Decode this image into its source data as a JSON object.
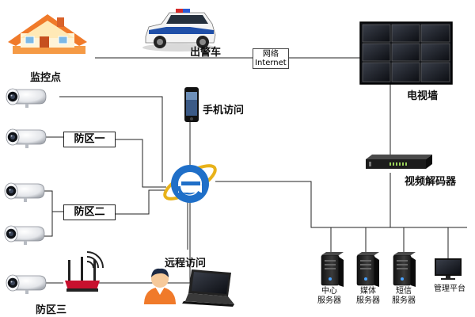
{
  "labels": {
    "monitoring_point": "监控点",
    "police_car": "出警车",
    "network_line1": "网络",
    "network_line2": "Internet",
    "video_wall": "电视墙",
    "mobile_access": "手机访问",
    "video_decoder": "视频解码器",
    "remote_access": "远程访问",
    "zone_one": "防区一",
    "zone_two": "防区二",
    "zone_three": "防区三",
    "center_server_line1": "中心",
    "center_server_line2": "服务器",
    "media_server_line1": "媒体",
    "media_server_line2": "服务器",
    "sms_server_line1": "短信",
    "sms_server_line2": "服务器",
    "management_platform": "管理平台"
  },
  "icons": {
    "house": "house-icon",
    "police_car": "police-car-icon",
    "video_wall": "video-wall-icon",
    "camera": "bullet-camera-icon",
    "phone": "smartphone-icon",
    "ie": "internet-explorer-icon",
    "decoder": "video-decoder-icon",
    "router": "wireless-router-icon",
    "user": "user-icon",
    "laptop": "laptop-icon",
    "server": "server-tower-icon",
    "monitor": "monitor-icon"
  },
  "colors": {
    "line": "#222222",
    "ie_blue": "#1f6fc8",
    "ie_gold": "#e8b21a",
    "router_red": "#c8102e",
    "roof_orange": "#f07a2a"
  }
}
